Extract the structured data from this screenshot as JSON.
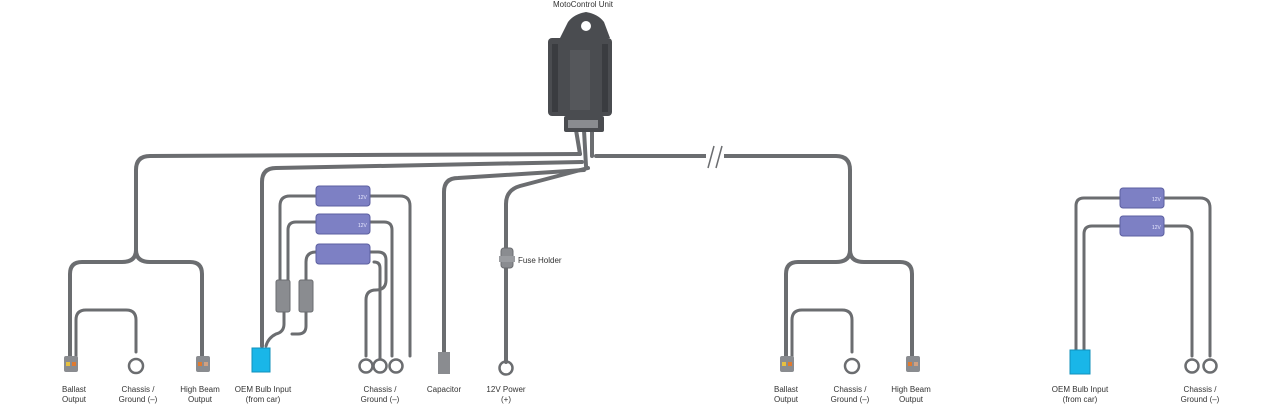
{
  "title": "MotoControl Unit",
  "labels": {
    "ballast_output_1": [
      "Ballast",
      "Output"
    ],
    "chassis_ground_1": [
      "Chassis /",
      "Ground (–)"
    ],
    "high_beam_output_1": [
      "High Beam",
      "Output"
    ],
    "oem_bulb_input_1": [
      "OEM Bulb Input",
      "(from car)"
    ],
    "chassis_ground_2": [
      "Chassis /",
      "Ground (–)"
    ],
    "capacitor": "Capacitor",
    "power_12v": [
      "12V Power",
      "(+)"
    ],
    "fuse_holder": "Fuse Holder",
    "ballast_output_2": [
      "Ballast",
      "Output"
    ],
    "chassis_ground_3": [
      "Chassis /",
      "Ground (–)"
    ],
    "high_beam_output_2": [
      "High Beam",
      "Output"
    ],
    "oem_bulb_input_2": [
      "OEM Bulb Input",
      "(from car)"
    ],
    "chassis_ground_4": [
      "Chassis /",
      "Ground (–)"
    ]
  },
  "resistor_marking": "12V",
  "colors": {
    "wire": "#6b6d70",
    "unit_body": "#4a4c50",
    "resistor": "#7d80c4",
    "oem_input": "#19b6e8",
    "connector": "#8a8c90"
  }
}
